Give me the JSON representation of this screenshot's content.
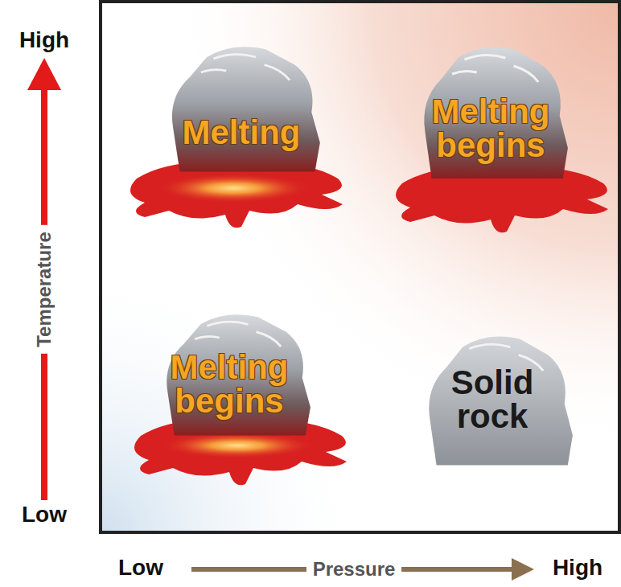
{
  "diagram": {
    "nodes": [
      {
        "text": [
          "Melting"
        ]
      },
      {
        "text": [
          "Melting begins"
        ]
      },
      {
        "text": [
          "Melting begins"
        ]
      },
      {
        "text": [
          "Solid rock"
        ]
      }
    ],
    "labels": [
      "High",
      "Temperature",
      "Low",
      "Low",
      "Pressure",
      "High"
    ]
  }
}
